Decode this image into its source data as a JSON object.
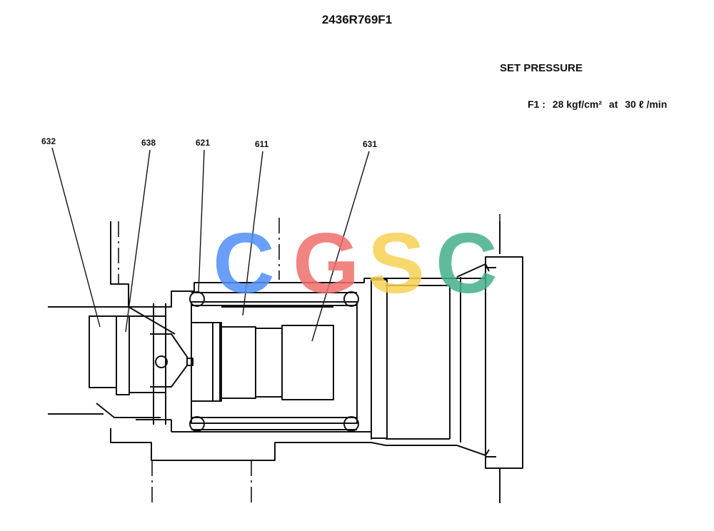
{
  "title": "2436R769F1",
  "set_pressure": {
    "heading": "SET PRESSURE",
    "port": "F1 :",
    "pressure": "28 kgf/cm²",
    "at_word": "at",
    "flow": "30 ℓ /min"
  },
  "callouts": [
    {
      "id": "632"
    },
    {
      "id": "638"
    },
    {
      "id": "621"
    },
    {
      "id": "611"
    },
    {
      "id": "631"
    }
  ],
  "watermark": {
    "letters": [
      "C",
      "G",
      "S",
      "C"
    ],
    "colors": [
      "#4f8ff7",
      "#ef6f6c",
      "#f7d154",
      "#45b08c"
    ]
  }
}
